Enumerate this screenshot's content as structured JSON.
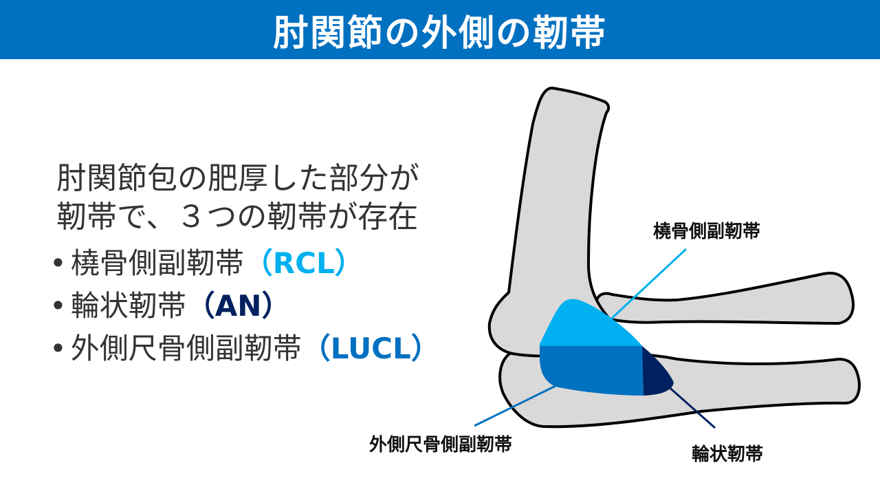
{
  "title": "肘関節の外側の靭帯",
  "intro": {
    "line1": "肘関節包の肥厚した部分が",
    "line2": "靭帯で、３つの靭帯が存在"
  },
  "bullets": [
    {
      "bullet": "•",
      "name": "橈骨側副靭帯",
      "abbr": "（RCL）"
    },
    {
      "bullet": "•",
      "name": "輪状靭帯",
      "abbr": "（AN）"
    },
    {
      "bullet": "•",
      "name": "外側尺骨側副靭帯",
      "abbr": "（LUCL）"
    }
  ],
  "diagram": {
    "labels": {
      "rcl": "橈骨側副靭帯",
      "lucl": "外側尺骨側副靭帯",
      "an": "輪状靭帯"
    },
    "colors": {
      "bone_fill": "#d9d9d9",
      "bone_outline": "#000000",
      "rcl": "#00b0f0",
      "lucl": "#0070c0",
      "an": "#002060"
    }
  },
  "colors": {
    "title_bar": "#0070c0",
    "title_text": "#ffffff",
    "body_text": "#333333"
  }
}
